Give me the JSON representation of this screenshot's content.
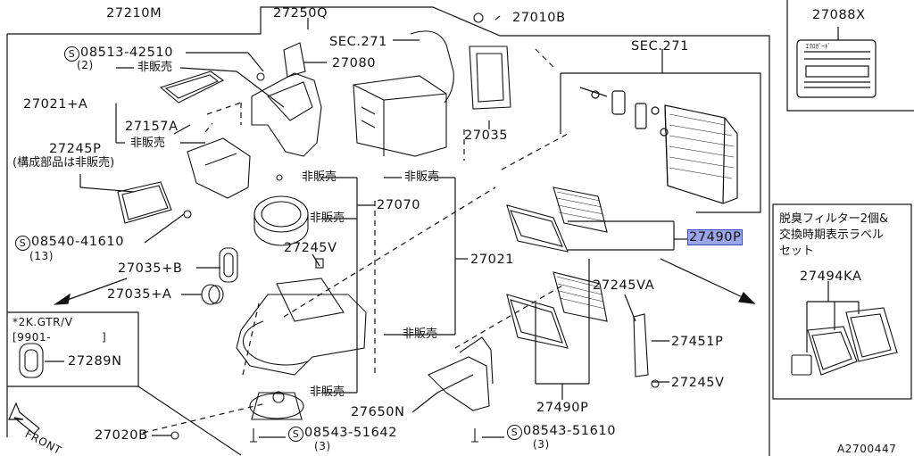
{
  "labels": {
    "p27210M": "27210M",
    "p27250Q": "27250Q",
    "p27010B": "27010B",
    "p27088X": "27088X",
    "sec271_a": "SEC.271",
    "sec271_b": "SEC.271",
    "bolt08513": "08513-42510",
    "qty2": "(2)",
    "not_sold": "非販売",
    "p27080": "27080",
    "p27021A": "27021+A",
    "p27157A": "27157A",
    "p27035": "27035",
    "p27245P": "27245P",
    "component_note": "(構成部品は非販売)",
    "p27070": "27070",
    "p27490P_highlight": "27490P",
    "filter_note_1": "脱臭フィルター2個&",
    "filter_note_2": "交換時期表示ラベル",
    "filter_note_3": "セット",
    "bolt08540": "08540-41610",
    "qty13": "(13)",
    "p27245V_top": "27245V",
    "p27021": "27021",
    "p27035B": "27035+B",
    "p27035A": "27035+A",
    "p27245VA": "27245VA",
    "p27494KA": "27494KA",
    "variant_line1": "*2K.GTR/V",
    "variant_line2_a": "[9901-",
    "variant_line2_b": "]",
    "p27451P": "27451P",
    "p27289N": "27289N",
    "p27245V_bottom": "27245V",
    "p27650N": "27650N",
    "p27490P_bottom": "27490P",
    "p27020B": "27020B",
    "bolt08543_a": "08543-51642",
    "qty3_a": "(3)",
    "bolt08543_b": "08543-51610",
    "qty3_b": "(3)",
    "front": "FRONT",
    "diagram_code": "A2700447",
    "s_mark": "S",
    "label_sticker_text": "ｴｸﾛｶﾞｰﾄﾞ"
  },
  "colors": {
    "highlight_fill": "#9aa6e8",
    "highlight_border": "#3a4ab8",
    "line": "#111111"
  }
}
